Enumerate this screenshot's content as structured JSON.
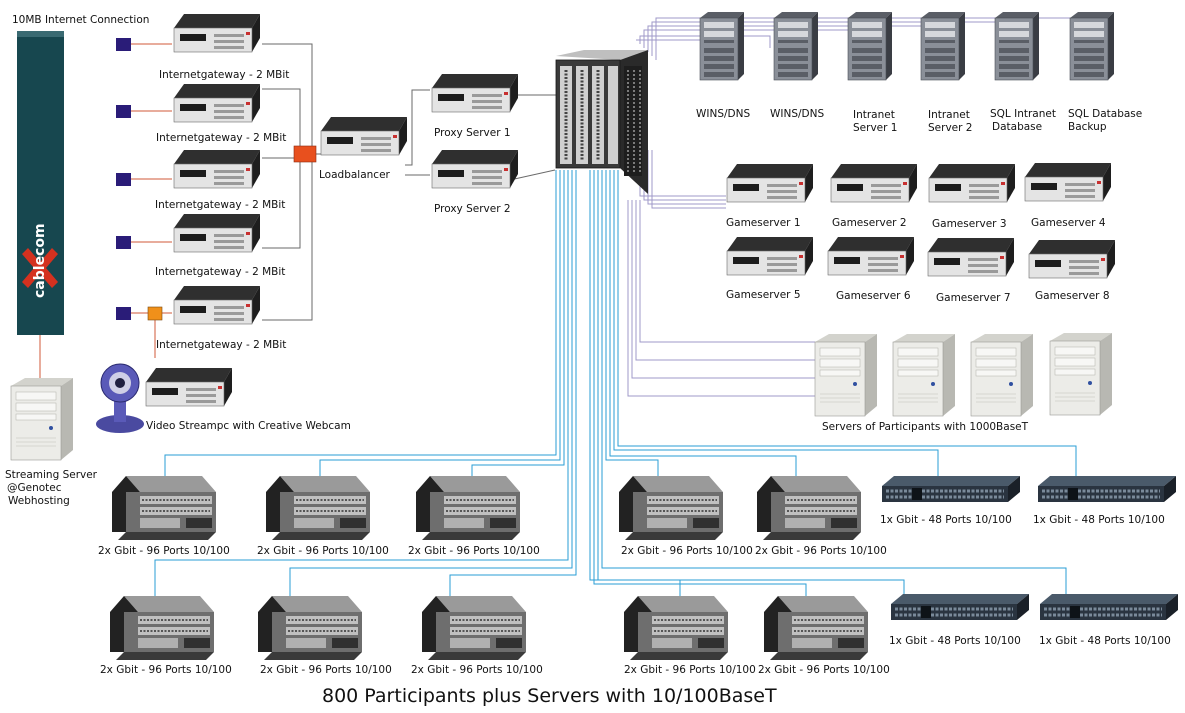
{
  "texts": {
    "internet_connection": "10MB Internet Connection",
    "cablecom": "cablecom",
    "gateway": "Internetgateway - 2 MBit",
    "loadbalancer": "Loadbalancer",
    "proxy1": "Proxy Server 1",
    "proxy2": "Proxy Server 2",
    "video": "Video Streampc with Creative Webcam",
    "streaming_l1": "Streaming Server",
    "streaming_l2": "@Genotec",
    "streaming_l3": "Webhosting",
    "wins1": "WINS/DNS",
    "wins2": "WINS/DNS",
    "intranet1_l1": "Intranet",
    "intranet1_l2": "Server 1",
    "intranet2_l1": "Intranet",
    "intranet2_l2": "Server 2",
    "sqlintra_l1": "SQL Intranet",
    "sqlintra_l2": "Database",
    "sqlbackup_l1": "SQL Database",
    "sqlbackup_l2": "Backup",
    "participants_servers": "Servers of Participants with 1000BaseT",
    "switch96": "2x Gbit - 96 Ports 10/100",
    "switch48": "1x Gbit - 48 Ports 10/100",
    "caption": "800 Participants plus Servers with 10/100BaseT"
  },
  "gameservers": [
    "Gameserver 1",
    "Gameserver 2",
    "Gameserver 3",
    "Gameserver 4",
    "Gameserver 5",
    "Gameserver 6",
    "Gameserver 7",
    "Gameserver 8"
  ],
  "colors": {
    "cablecom_bg": "#17474f",
    "cablecom_logo": "#d4311f",
    "router_node": "#2a1c78",
    "hub_node": "#e8501e",
    "cam_node": "#f0901a",
    "cable_blue": "#2a9ed6",
    "cable_purple": "#9f98c8",
    "line_red": "#d25a3a"
  }
}
